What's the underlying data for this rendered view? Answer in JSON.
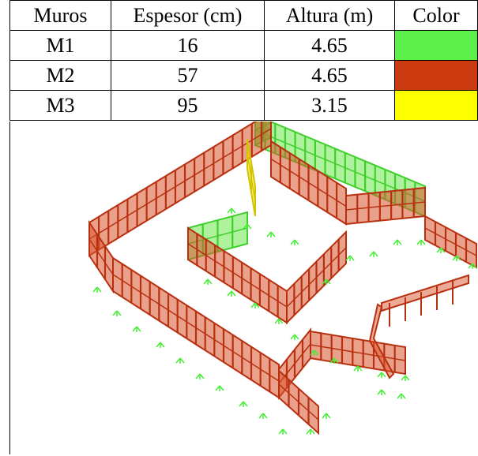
{
  "table": {
    "headers": [
      "Muros",
      "Espesor (cm)",
      "Altura (m)",
      "Color"
    ],
    "rows": [
      {
        "muro": "M1",
        "espesor": "16",
        "altura": "4.65",
        "color": "#5ef04a"
      },
      {
        "muro": "M2",
        "espesor": "57",
        "altura": "4.65",
        "color": "#cc3a10"
      },
      {
        "muro": "M3",
        "espesor": "95",
        "altura": "3.15",
        "color": "#ffff00"
      }
    ]
  },
  "model": {
    "wall_colors": {
      "red_wall": "#d9532e",
      "red_edge": "#b8300f",
      "green_wall": "#6ee84e",
      "yellow_wall": "#f2e600",
      "support_green": "#44ee33"
    }
  }
}
